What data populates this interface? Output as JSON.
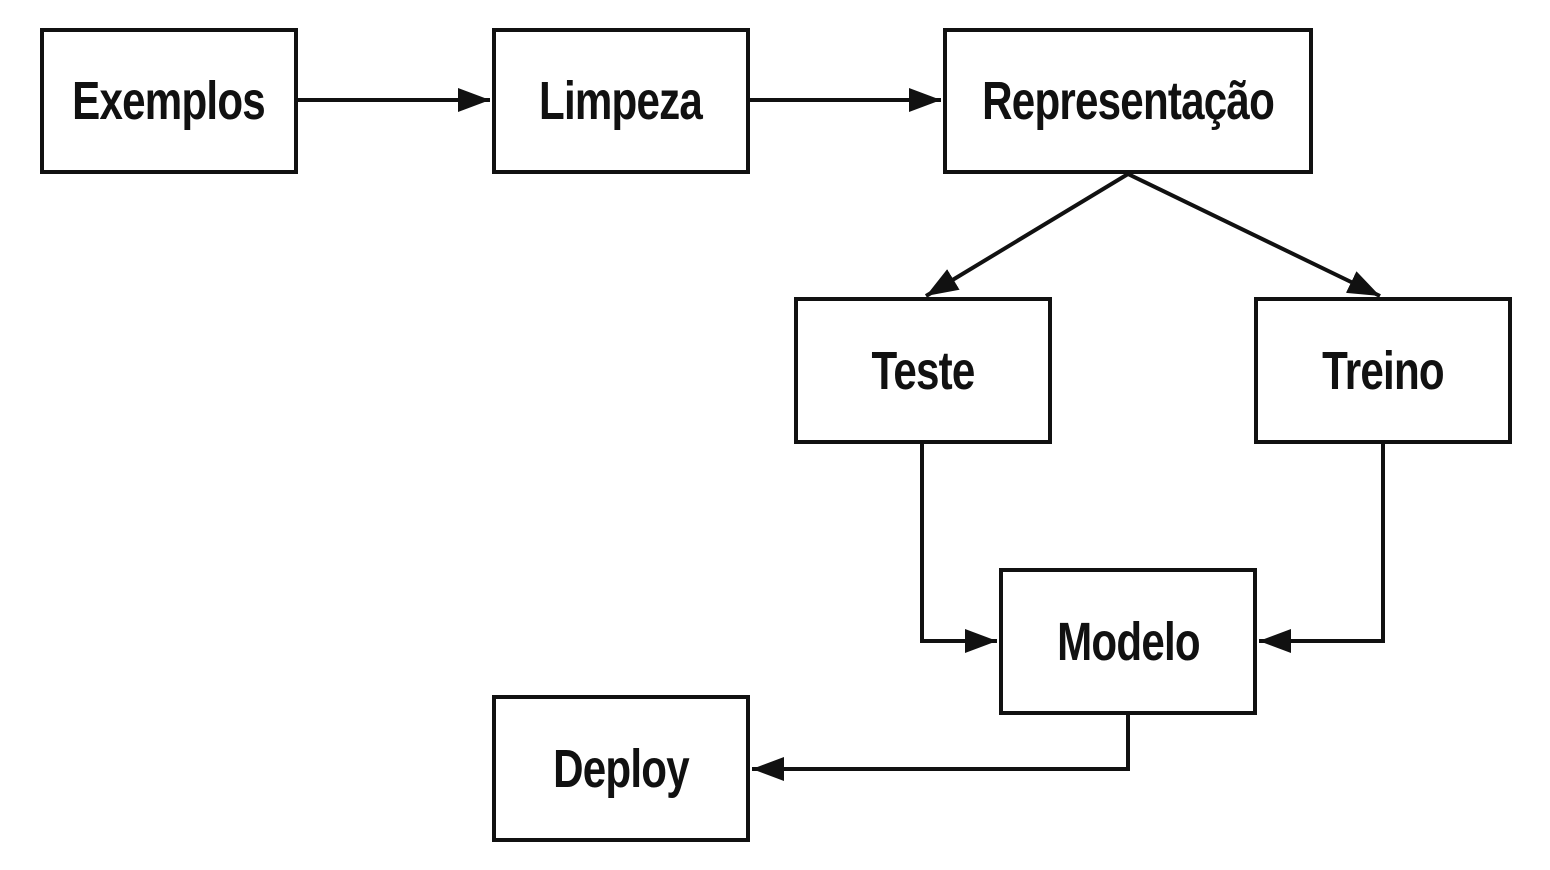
{
  "nodes": {
    "exemplos": "Exemplos",
    "limpeza": "Limpeza",
    "representacao": "Representação",
    "teste": "Teste",
    "treino": "Treino",
    "modelo": "Modelo",
    "deploy": "Deploy"
  },
  "edges": [
    {
      "from": "exemplos",
      "to": "limpeza"
    },
    {
      "from": "limpeza",
      "to": "representacao"
    },
    {
      "from": "representacao",
      "to": "teste"
    },
    {
      "from": "representacao",
      "to": "treino"
    },
    {
      "from": "teste",
      "to": "modelo"
    },
    {
      "from": "treino",
      "to": "modelo"
    },
    {
      "from": "modelo",
      "to": "deploy"
    }
  ],
  "colors": {
    "stroke": "#111111",
    "background": "#ffffff"
  }
}
